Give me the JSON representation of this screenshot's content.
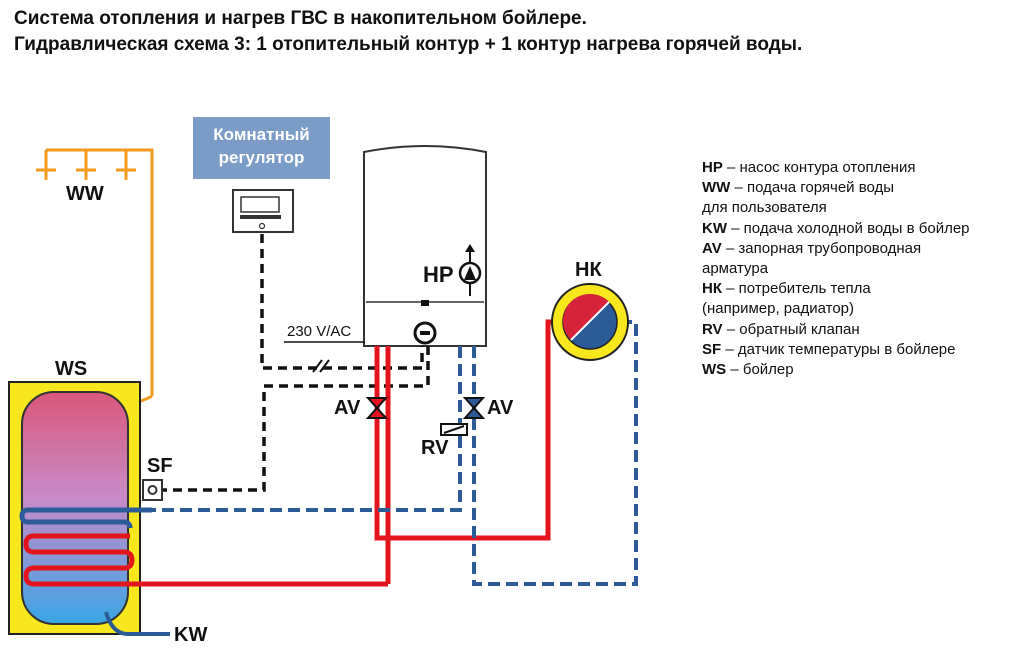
{
  "title_line1": "Система отопления и нагрев ГВС в накопительном бойлере.",
  "title_line2": "Гидравлическая схема 3: 1 отопительный контур + 1 контур нагрева горячей воды.",
  "room_regulator": {
    "line1": "Комнатный",
    "line2": "регулятор"
  },
  "labels": {
    "ww": "WW",
    "ws": "WS",
    "sf": "SF",
    "kw": "KW",
    "hp": "HP",
    "av_left": "AV",
    "av_right": "AV",
    "rv": "RV",
    "hk": "НК",
    "voltage": "230 V/AC"
  },
  "legend": [
    {
      "key": "HP",
      "text": " – насос контура отопления"
    },
    {
      "key": "WW",
      "text": " – подача горячей воды"
    },
    {
      "key": "",
      "text": "для пользователя"
    },
    {
      "key": "KW",
      "text": " – подача холодной воды в бойлер"
    },
    {
      "key": "AV",
      "text": " – запорная трубопроводная"
    },
    {
      "key": "",
      "text": "арматура"
    },
    {
      "key": "НК",
      "text": " – потребитель тепла"
    },
    {
      "key": "",
      "text": "(например, радиатор)"
    },
    {
      "key": "RV",
      "text": " – обратный клапан"
    },
    {
      "key": "SF",
      "text": " – датчик температуры в бойлере"
    },
    {
      "key": "WS",
      "text": " – бойлер"
    }
  ],
  "colors": {
    "supply_red": "#e3141b",
    "return_blue": "#2b5c98",
    "dhw_orange": "#f39a1e",
    "tank_yellow": "#f8e71c",
    "regulator_box": "#7a9cc6"
  }
}
